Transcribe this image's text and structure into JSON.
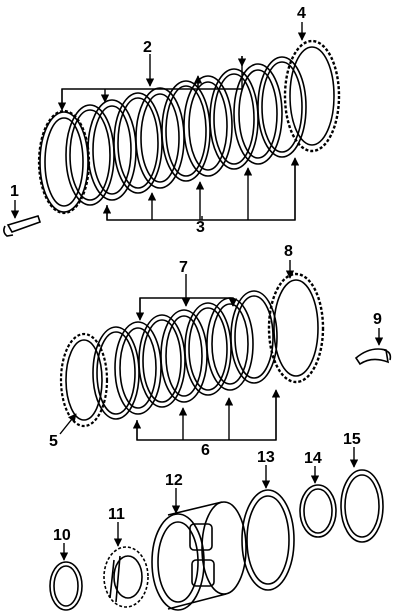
{
  "diagram": {
    "callouts": [
      "1",
      "2",
      "3",
      "4",
      "5",
      "6",
      "7",
      "8",
      "9",
      "10",
      "11",
      "12",
      "13",
      "14",
      "15"
    ],
    "colors": {
      "line": "#000000",
      "background": "#ffffff"
    }
  }
}
